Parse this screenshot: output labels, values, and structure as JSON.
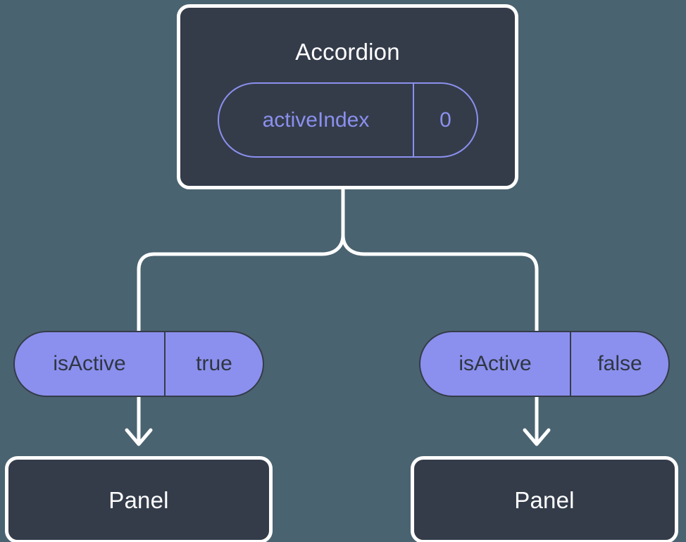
{
  "diagram": {
    "type": "component-state-tree",
    "background_color": "#4a6370",
    "node_fill_color": "#343c4a",
    "node_border_color": "#ffffff",
    "accent_color": "#8b90ee",
    "connector_color": "#ffffff",
    "root": {
      "title": "Accordion",
      "state_pill": {
        "key": "activeIndex",
        "value": "0",
        "style": "outlined"
      }
    },
    "branches": [
      {
        "prop_pill": {
          "key": "isActive",
          "value": "true",
          "style": "filled"
        },
        "child": {
          "title": "Panel"
        }
      },
      {
        "prop_pill": {
          "key": "isActive",
          "value": "false",
          "style": "filled"
        },
        "child": {
          "title": "Panel"
        }
      }
    ]
  }
}
